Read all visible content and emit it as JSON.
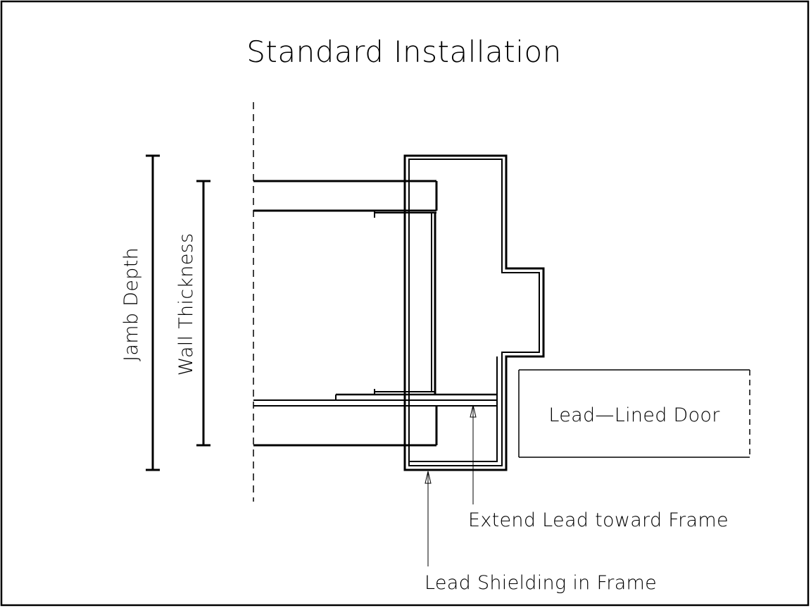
{
  "title": "Standard Installation",
  "labels": {
    "jamb_depth": "Jamb Depth",
    "wall_thickness": "Wall Thickness",
    "door": "Lead—Lined Door",
    "extend_lead": "Extend Lead toward Frame",
    "lead_shielding": "Lead Shielding in Frame"
  },
  "colors": {
    "line": "#000000",
    "background": "#ffffff"
  }
}
